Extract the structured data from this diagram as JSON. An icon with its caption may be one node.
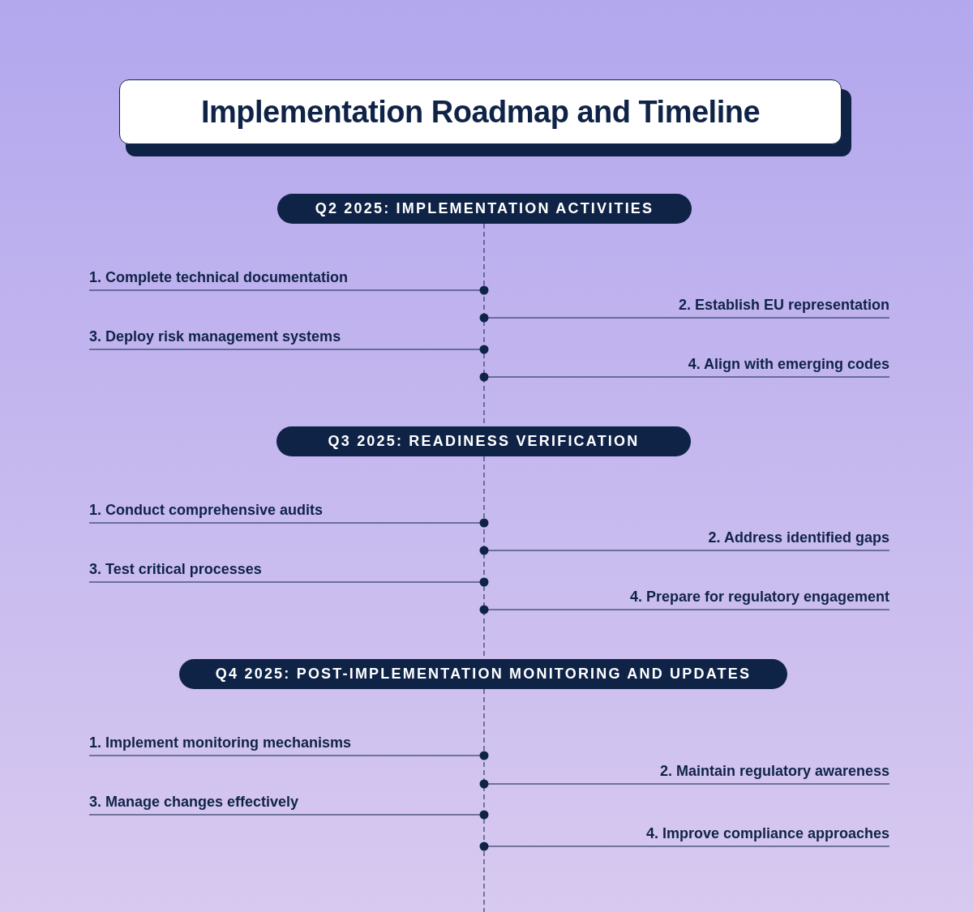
{
  "diagram": {
    "title": "Implementation Roadmap and Timeline",
    "nodes": [
      {
        "text": [
          "Q2 2025: IMPLEMENTATION ACTIVITIES"
        ]
      },
      {
        "text": [
          "1. Complete technical documentation"
        ]
      },
      {
        "text": [
          "2. Establish EU representation"
        ]
      },
      {
        "text": [
          "3. Deploy risk management systems"
        ]
      },
      {
        "text": [
          "4. Align with emerging codes"
        ]
      },
      {
        "text": [
          "Q3 2025: READINESS VERIFICATION"
        ]
      },
      {
        "text": [
          "1. Conduct comprehensive audits"
        ]
      },
      {
        "text": [
          "2. Address identified gaps"
        ]
      },
      {
        "text": [
          "3. Test critical processes"
        ]
      },
      {
        "text": [
          "4. Prepare for regulatory engagement"
        ]
      },
      {
        "text": [
          "Q4 2025: POST-IMPLEMENTATION MONITORING AND UPDATES"
        ]
      },
      {
        "text": [
          "1. Implement monitoring mechanisms"
        ]
      },
      {
        "text": [
          "2. Maintain regulatory awareness"
        ]
      },
      {
        "text": [
          "3. Manage changes effectively"
        ]
      },
      {
        "text": [
          "4. Improve compliance approaches"
        ]
      }
    ],
    "edges": [
      {
        "from": 0,
        "to": 5,
        "arrow": "none",
        "style": "dashed"
      },
      {
        "from": 5,
        "to": 10,
        "arrow": "none",
        "style": "dashed"
      },
      {
        "from": 10,
        "to": null,
        "arrow": "none",
        "style": "dashed"
      },
      {
        "from": 1,
        "to": null,
        "arrow": "other"
      },
      {
        "from": 2,
        "to": null,
        "arrow": "other"
      },
      {
        "from": 3,
        "to": null,
        "arrow": "other"
      },
      {
        "from": 4,
        "to": null,
        "arrow": "other"
      },
      {
        "from": 6,
        "to": null,
        "arrow": "other"
      },
      {
        "from": 7,
        "to": null,
        "arrow": "other"
      },
      {
        "from": 8,
        "to": null,
        "arrow": "other"
      },
      {
        "from": 9,
        "to": null,
        "arrow": "other"
      },
      {
        "from": 11,
        "to": null,
        "arrow": "other"
      },
      {
        "from": 12,
        "to": null,
        "arrow": "other"
      },
      {
        "from": 13,
        "to": null,
        "arrow": "other"
      },
      {
        "from": 14,
        "to": null,
        "arrow": "other"
      }
    ]
  }
}
